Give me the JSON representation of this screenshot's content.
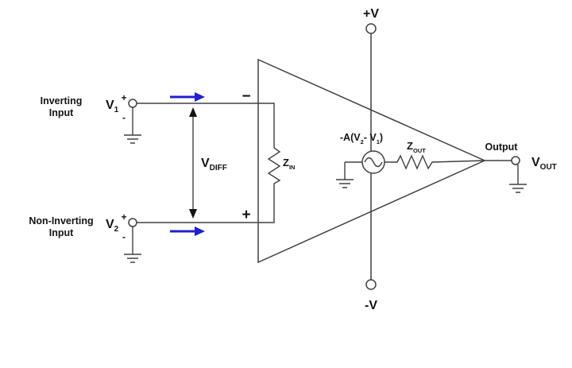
{
  "diagram": {
    "supply": {
      "positive": "+V",
      "negative": "-V"
    },
    "inverting_input": {
      "line1": "Inverting",
      "line2": "Input",
      "name": "V",
      "sub": "1",
      "plus": "+",
      "minus": "-"
    },
    "noninverting_input": {
      "line1": "Non-Inverting",
      "line2": "Input",
      "name": "V",
      "sub": "2",
      "plus": "+",
      "minus": "-"
    },
    "pins": {
      "inverting": "−",
      "noninverting": "+"
    },
    "vdiff": {
      "name": "V",
      "sub": "DIFF"
    },
    "zin": {
      "name": "Z",
      "sub": "IN"
    },
    "zout": {
      "name": "Z",
      "sub": "OUT"
    },
    "source": {
      "p0": "-A(V",
      "p1": "2",
      "p2": "- V",
      "p3": "1",
      "p4": ")"
    },
    "output": {
      "label": "Output",
      "name": "V",
      "sub": "OUT"
    }
  },
  "colors": {
    "opamp_fill": "#cfe2f3",
    "stroke": "#404040",
    "arrow_blue": "#2020cc"
  }
}
